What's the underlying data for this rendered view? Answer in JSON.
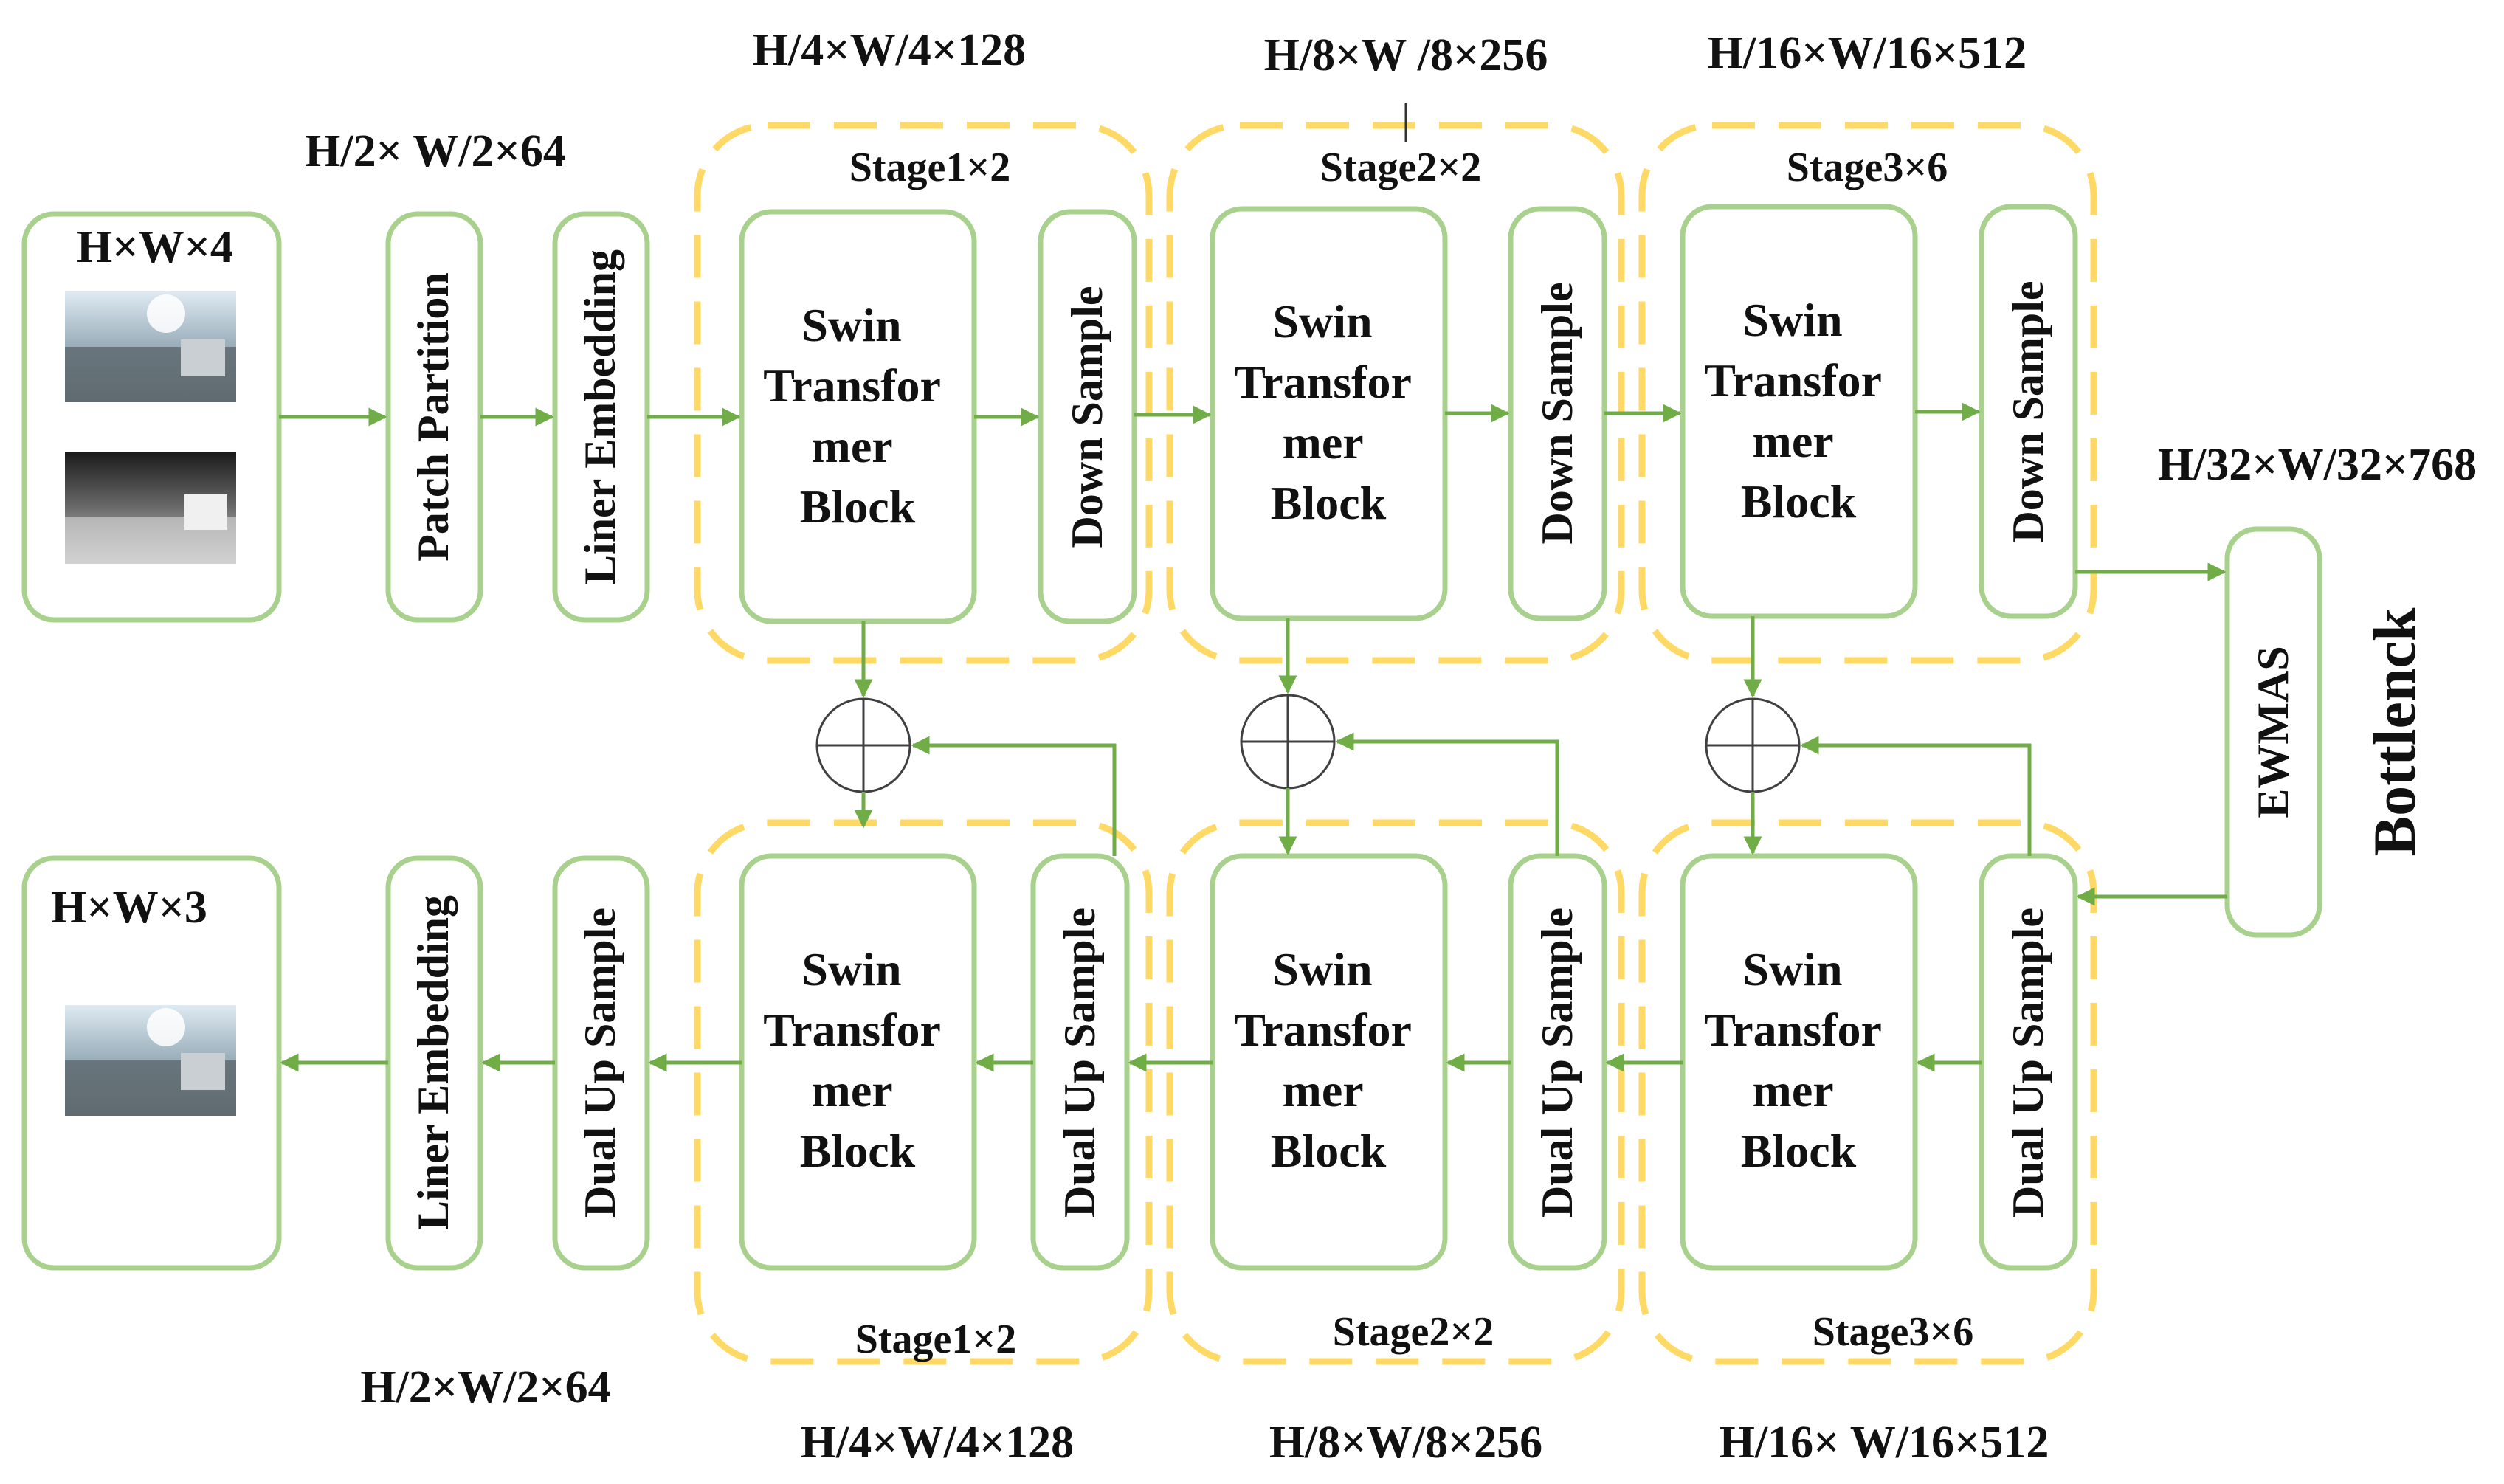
{
  "colors": {
    "box_border": "#a9d18e",
    "arrow": "#70ad47",
    "stage_dash": "#ffd966",
    "text": "#111111"
  },
  "dims": {
    "patch": "H/2× W/2×64",
    "enc_s1": "H/4×W/4×128",
    "enc_s2": "H/8×W /8×256",
    "enc_s3": "H/16×W/16×512",
    "bottleneck": "H/32×W/32×768",
    "dec_embed": "H/2×W/2×64",
    "dec_s1": "H/4×W/4×128",
    "dec_s2": "H/8×W/8×256",
    "dec_s3": "H/16× W/16×512"
  },
  "encoder": {
    "input_label": "H×W×4",
    "patch_partition": "Patch Partition",
    "liner_embedding": "Liner Embedding",
    "stages": [
      {
        "label": "Stage1×2",
        "block": [
          "Swin",
          "Transfor",
          "mer",
          "Block"
        ],
        "sample": "Down Sample"
      },
      {
        "label": "Stage2×2",
        "block": [
          "Swin",
          "Transfor",
          "mer",
          "Block"
        ],
        "sample": "Down Sample"
      },
      {
        "label": "Stage3×6",
        "block": [
          "Swin",
          "Transfor",
          "mer",
          "Block"
        ],
        "sample": "Down Sample"
      }
    ]
  },
  "bottleneck": {
    "module": "EWMAS",
    "label": "Bottlenck"
  },
  "decoder": {
    "output_label": "H×W×3",
    "liner_embedding": "Liner Embedding",
    "dual_up_sample": "Dual Up Sample",
    "stages": [
      {
        "label": "Stage1×2",
        "block": [
          "Swin",
          "Transfor",
          "mer",
          "Block"
        ],
        "sample": "Dual Up Sample"
      },
      {
        "label": "Stage2×2",
        "block": [
          "Swin",
          "Transfor",
          "mer",
          "Block"
        ],
        "sample": "Dual Up Sample"
      },
      {
        "label": "Stage3×6",
        "block": [
          "Swin",
          "Transfor",
          "mer",
          "Block"
        ],
        "sample": "Dual Up Sample"
      }
    ]
  }
}
